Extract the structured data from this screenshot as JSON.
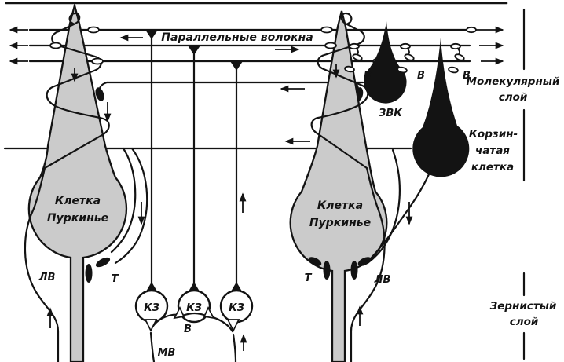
{
  "labels": {
    "parallel_fibers": "Параллельные волокна",
    "molecular_layer_line1": "Молекулярный",
    "molecular_layer_line2": "слой",
    "basket_cell_line1": "Корзин-",
    "basket_cell_line2": "чатая",
    "basket_cell_line3": "клетка",
    "granular_layer_line1": "Зернистый",
    "granular_layer_line2": "слой",
    "purkinje_line1": "Клетка",
    "purkinje_line2": "Пуркинье",
    "stellate_cell": "ЗВК",
    "granule_cell": "КЗ",
    "bouton": "В",
    "terminal": "Т",
    "climbing_fiber": "ЛВ",
    "mossy_fiber": "МВ"
  },
  "colors": {
    "ink": "#131313",
    "purkinje_fill": "#cbcbcb",
    "background": "#ffffff"
  }
}
